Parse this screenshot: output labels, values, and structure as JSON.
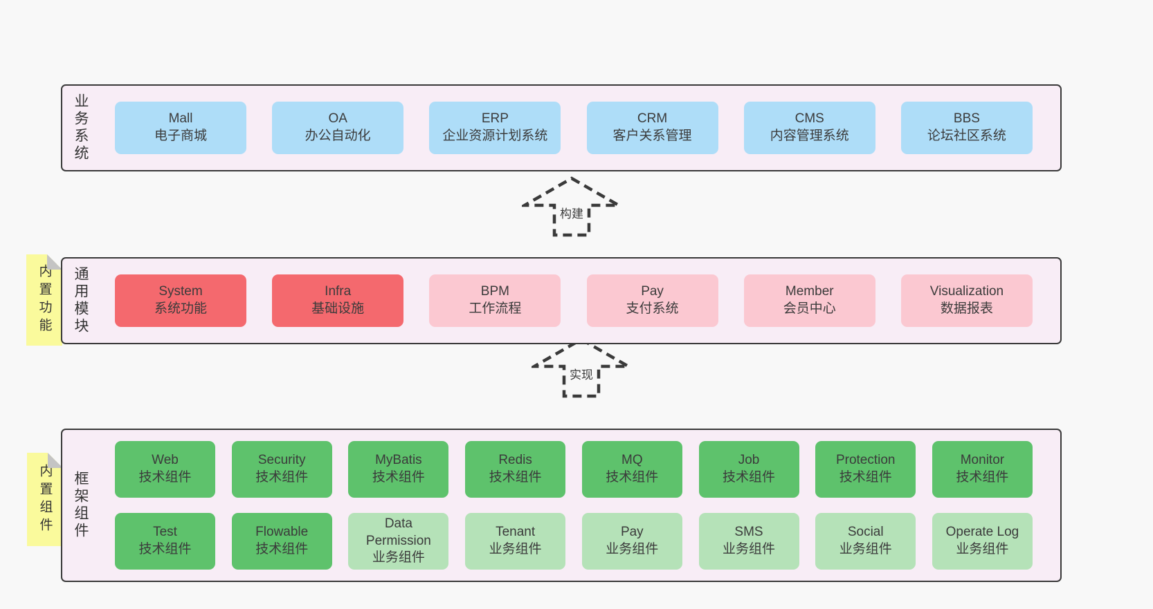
{
  "colors": {
    "page_bg": "#f8f8f8",
    "panel_bg": "#f8edf6",
    "panel_border": "#383838",
    "box_blue": "#aeddf8",
    "box_red": "#f4696e",
    "box_pink": "#fbc8d1",
    "box_green": "#5ec26c",
    "box_green_light": "#b5e2b8",
    "sticky_yellow": "#fafa9c",
    "text": "#333333"
  },
  "arrows": [
    {
      "label": "构建"
    },
    {
      "label": "实现"
    }
  ],
  "layers": {
    "business": {
      "label": "业务系统",
      "boxes": [
        {
          "title": "Mall",
          "subtitle": "电子商城",
          "variant": "blue"
        },
        {
          "title": "OA",
          "subtitle": "办公自动化",
          "variant": "blue"
        },
        {
          "title": "ERP",
          "subtitle": "企业资源计划系统",
          "variant": "blue"
        },
        {
          "title": "CRM",
          "subtitle": "客户关系管理",
          "variant": "blue"
        },
        {
          "title": "CMS",
          "subtitle": "内容管理系统",
          "variant": "blue"
        },
        {
          "title": "BBS",
          "subtitle": "论坛社区系统",
          "variant": "blue"
        }
      ]
    },
    "modules": {
      "label": "通用模块",
      "sticky": "内置功能",
      "boxes": [
        {
          "title": "System",
          "subtitle": "系统功能",
          "variant": "red"
        },
        {
          "title": "Infra",
          "subtitle": "基础设施",
          "variant": "red"
        },
        {
          "title": "BPM",
          "subtitle": "工作流程",
          "variant": "pink"
        },
        {
          "title": "Pay",
          "subtitle": "支付系统",
          "variant": "pink"
        },
        {
          "title": "Member",
          "subtitle": "会员中心",
          "variant": "pink"
        },
        {
          "title": "Visualization",
          "subtitle": "数据报表",
          "variant": "pink"
        }
      ]
    },
    "components": {
      "label": "框架组件",
      "sticky": "内置组件",
      "rows": [
        [
          {
            "title": "Web",
            "subtitle": "技术组件",
            "variant": "green"
          },
          {
            "title": "Security",
            "subtitle": "技术组件",
            "variant": "green"
          },
          {
            "title": "MyBatis",
            "subtitle": "技术组件",
            "variant": "green"
          },
          {
            "title": "Redis",
            "subtitle": "技术组件",
            "variant": "green"
          },
          {
            "title": "MQ",
            "subtitle": "技术组件",
            "variant": "green"
          },
          {
            "title": "Job",
            "subtitle": "技术组件",
            "variant": "green"
          },
          {
            "title": "Protection",
            "subtitle": "技术组件",
            "variant": "green"
          },
          {
            "title": "Monitor",
            "subtitle": "技术组件",
            "variant": "green"
          }
        ],
        [
          {
            "title": "Test",
            "subtitle": "技术组件",
            "variant": "green"
          },
          {
            "title": "Flowable",
            "subtitle": "技术组件",
            "variant": "green"
          },
          {
            "title": "Data Permission",
            "subtitle": "业务组件",
            "variant": "green-light"
          },
          {
            "title": "Tenant",
            "subtitle": "业务组件",
            "variant": "green-light"
          },
          {
            "title": "Pay",
            "subtitle": "业务组件",
            "variant": "green-light"
          },
          {
            "title": "SMS",
            "subtitle": "业务组件",
            "variant": "green-light"
          },
          {
            "title": "Social",
            "subtitle": "业务组件",
            "variant": "green-light"
          },
          {
            "title": "Operate Log",
            "subtitle": "业务组件",
            "variant": "green-light"
          }
        ]
      ]
    }
  }
}
